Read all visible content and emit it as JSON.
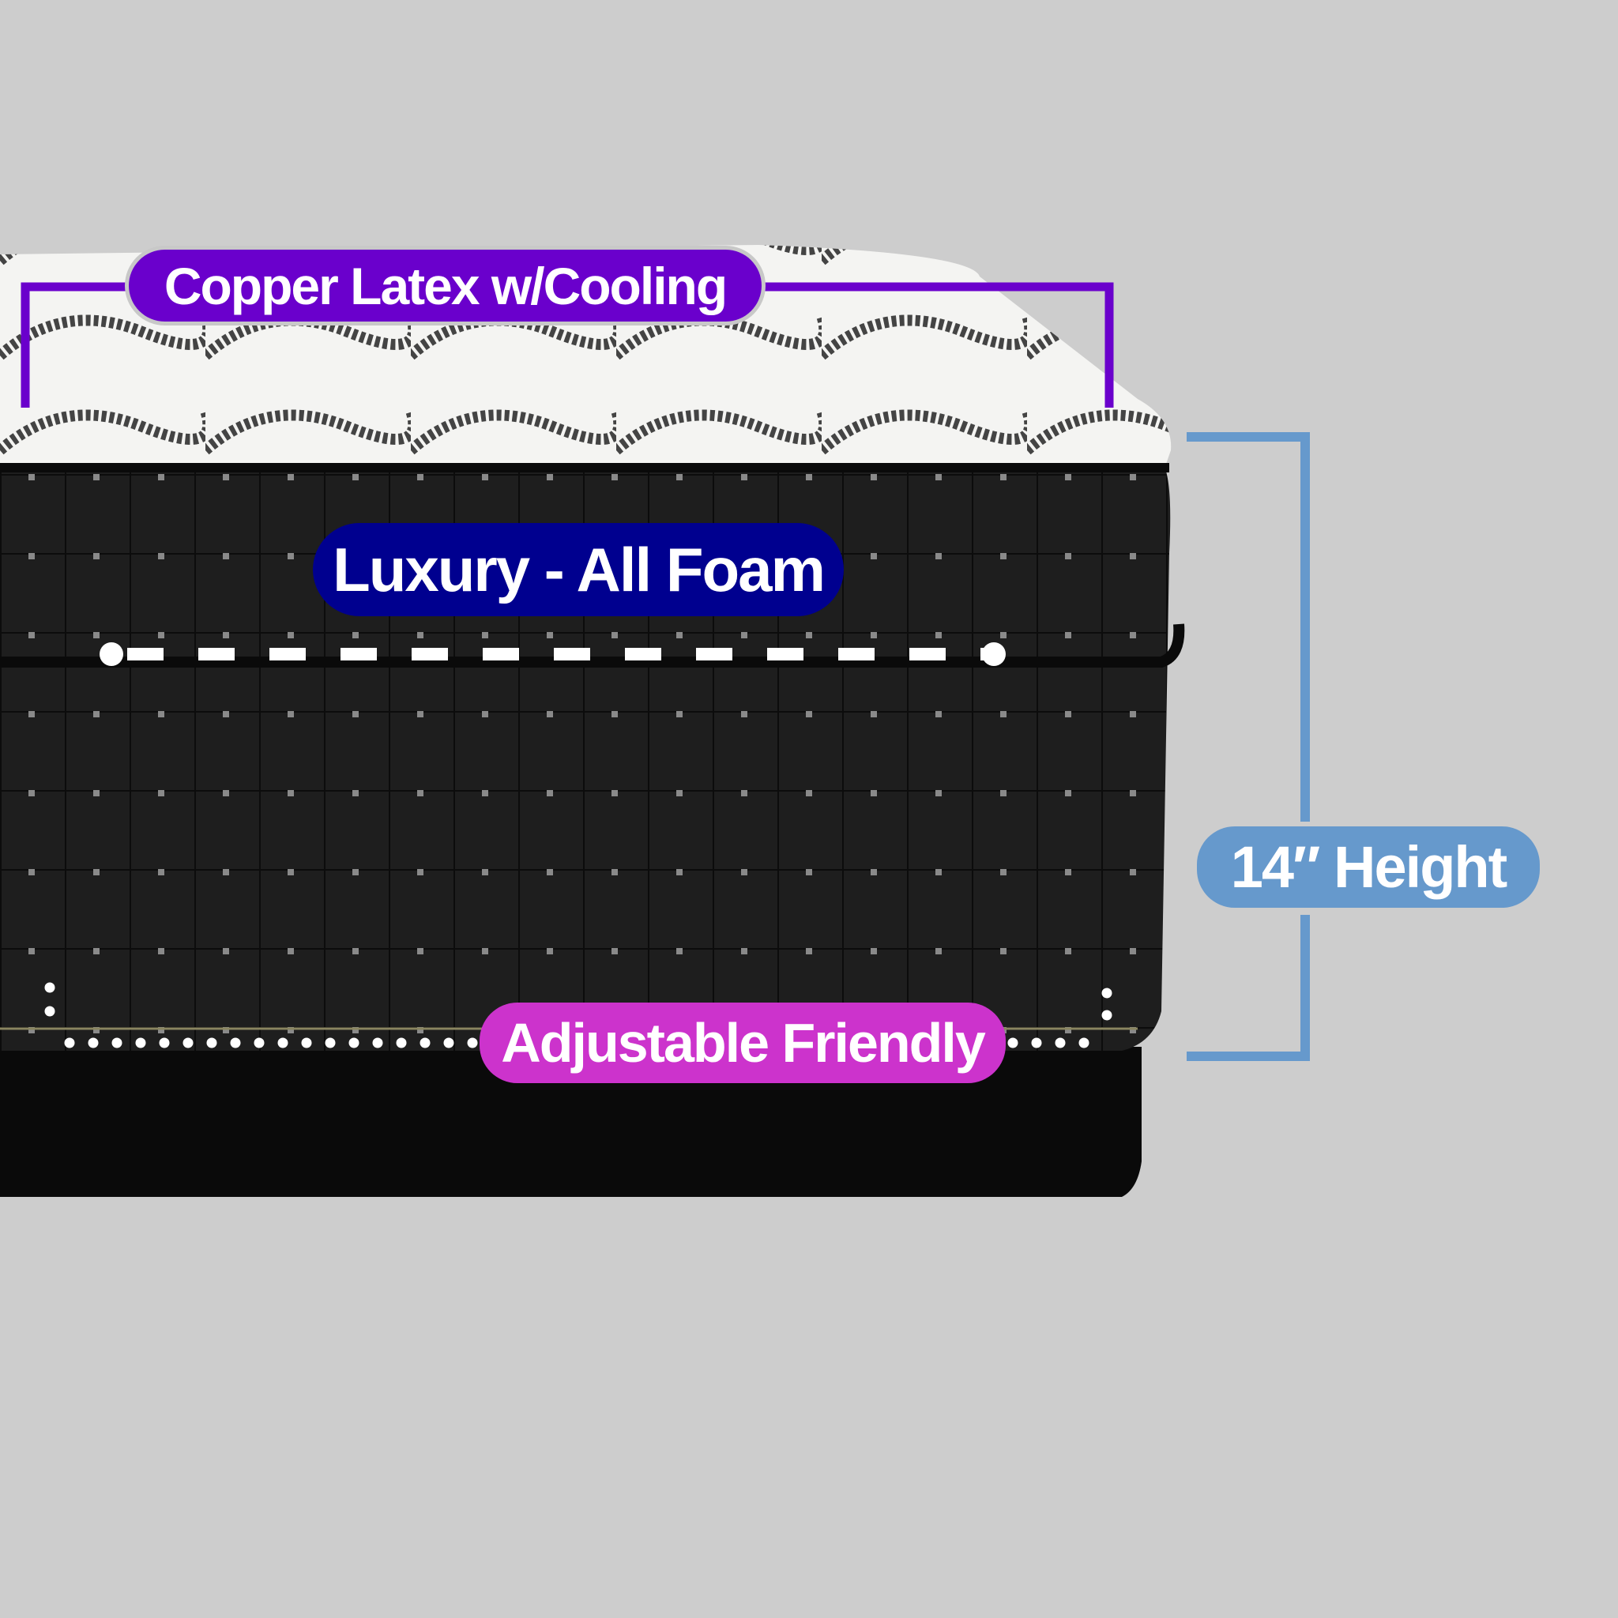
{
  "labels": {
    "top_layer": "Copper Latex w/Cooling",
    "comfort": "Luxury - All Foam",
    "height": "14″ Height",
    "base": "Adjustable Friendly"
  },
  "colors": {
    "background": "#cdcdcd",
    "top_layer": "#6a00cc",
    "comfort": "#00008f",
    "height": "#6699cc",
    "base": "#cc33cc"
  }
}
